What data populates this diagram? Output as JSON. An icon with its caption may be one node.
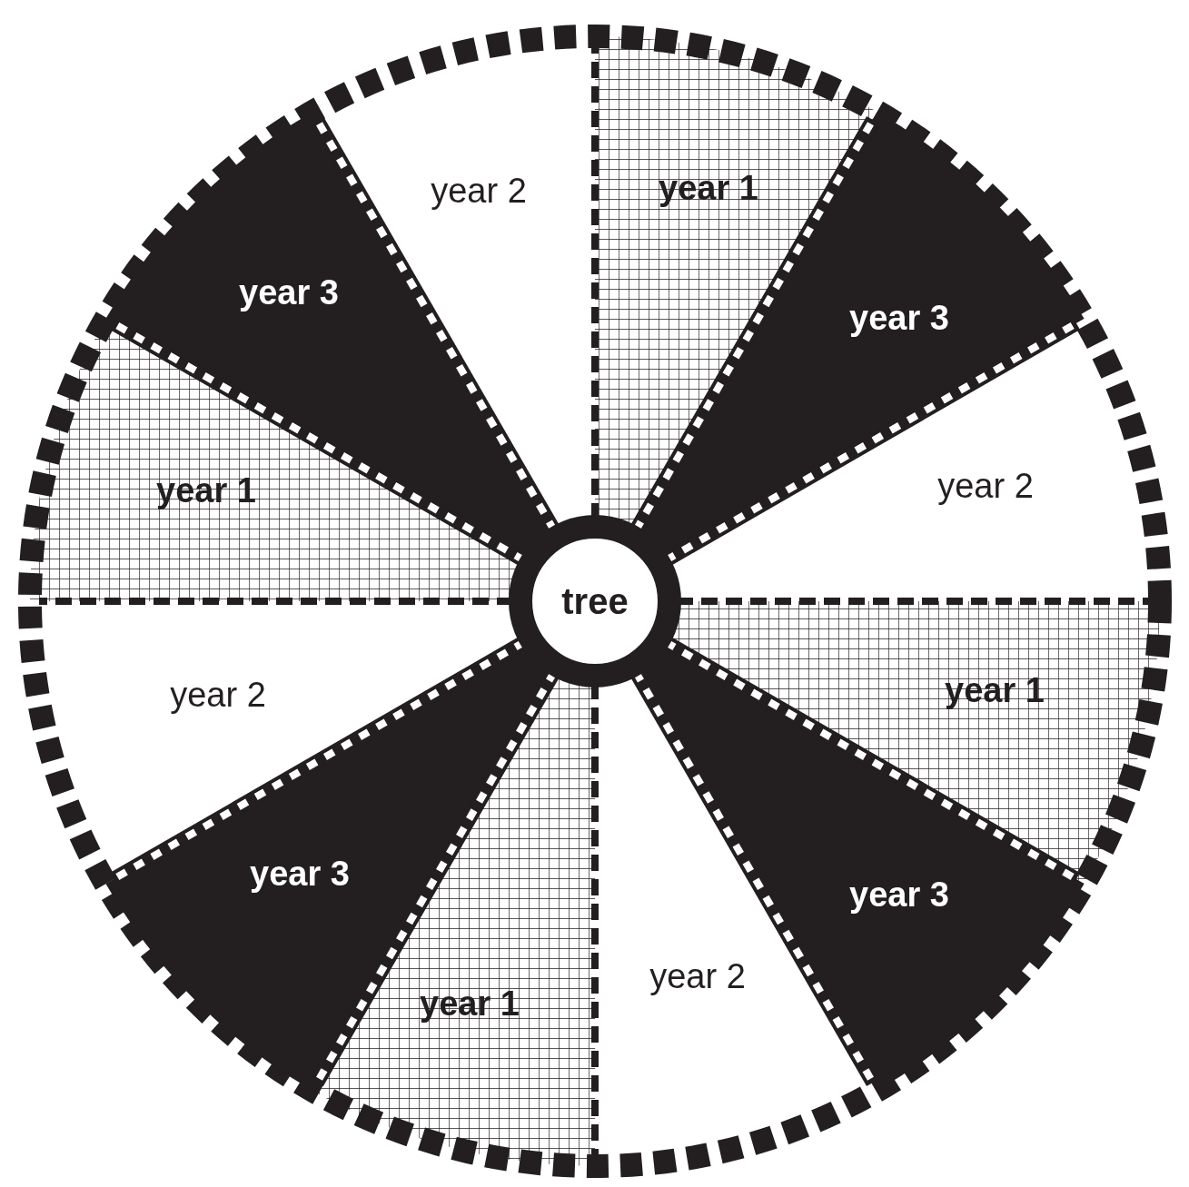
{
  "diagram": {
    "nodes": [
      {
        "text": [
          "year 1"
        ]
      },
      {
        "text": [
          "year 2"
        ]
      },
      {
        "text": [
          "year 3"
        ]
      },
      {
        "text": [
          "year 3"
        ]
      },
      {
        "text": [
          "year 2"
        ]
      },
      {
        "text": [
          "year 1"
        ]
      },
      {
        "text": [
          "tree"
        ]
      },
      {
        "text": [
          "year 1"
        ]
      },
      {
        "text": [
          "year 2"
        ]
      },
      {
        "text": [
          "year 3"
        ]
      },
      {
        "text": [
          "year 3"
        ]
      },
      {
        "text": [
          "year 2"
        ]
      },
      {
        "text": [
          "year 1"
        ]
      }
    ],
    "edges": []
  }
}
